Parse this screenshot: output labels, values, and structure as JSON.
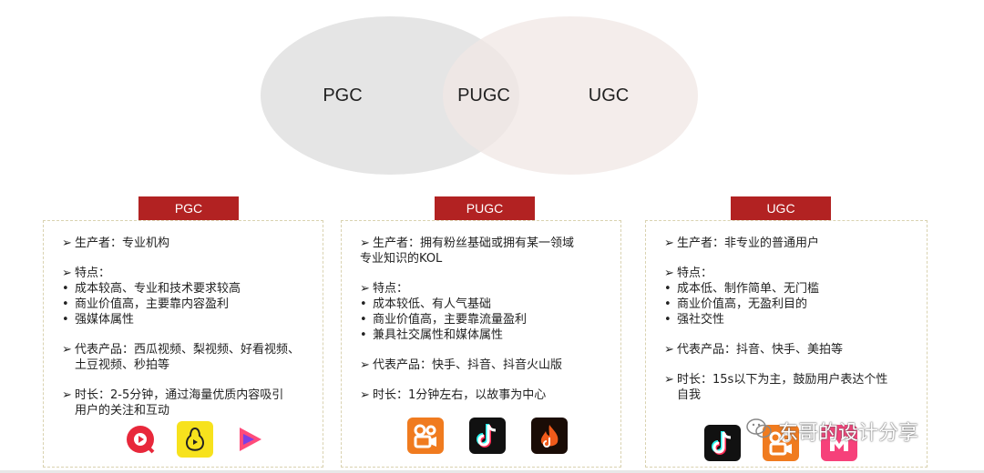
{
  "venn": {
    "left_label": "PGC",
    "center_label": "PUGC",
    "right_label": "UGC"
  },
  "panels": [
    {
      "title": "PGC",
      "producer": "生产者：专业机构",
      "features_label": "特点：",
      "features": [
        "成本较高、专业和技术要求较高",
        "商业价值高，主要靠内容盈利",
        "强媒体属性"
      ],
      "products_line1": "代表产品：西瓜视频、梨视频、好看视频、",
      "products_line2": "土豆视频、秒拍等",
      "duration_line1": "时长：2-5分钟，通过海量优质内容吸引",
      "duration_line2": "用户的关注和互动",
      "icons": [
        "xigua-video-icon",
        "pear-video-icon",
        "haokan-video-icon"
      ]
    },
    {
      "title": "PUGC",
      "producer_line1": "生产者：拥有粉丝基础或拥有某一领域",
      "producer_line2": "专业知识的KOL",
      "features_label": "特点：",
      "features": [
        "成本较低、有人气基础",
        "商业价值高，主要靠流量盈利",
        "兼具社交属性和媒体属性"
      ],
      "products": "代表产品：快手、抖音、抖音火山版",
      "duration": "时长：1分钟左右，以故事为中心",
      "icons": [
        "kuaishou-icon",
        "douyin-icon",
        "douyin-huoshan-icon"
      ]
    },
    {
      "title": "UGC",
      "producer": "生产者：非专业的普通用户",
      "features_label": "特点：",
      "features": [
        "成本低、制作简单、无门槛",
        "商业价值高，无盈利目的",
        "强社交性"
      ],
      "products": "代表产品：抖音、快手、美拍等",
      "duration_line1": "时长：15s以下为主，鼓励用户表达个性",
      "duration_line2": "自我",
      "icons": [
        "douyin-icon",
        "kuaishou-icon",
        "meipai-icon"
      ]
    }
  ],
  "watermark": "东哥的设计分享",
  "colors": {
    "title_bg": "#b22222",
    "left_circle": "#e6e6e6",
    "right_circle": "#f3ecea"
  }
}
